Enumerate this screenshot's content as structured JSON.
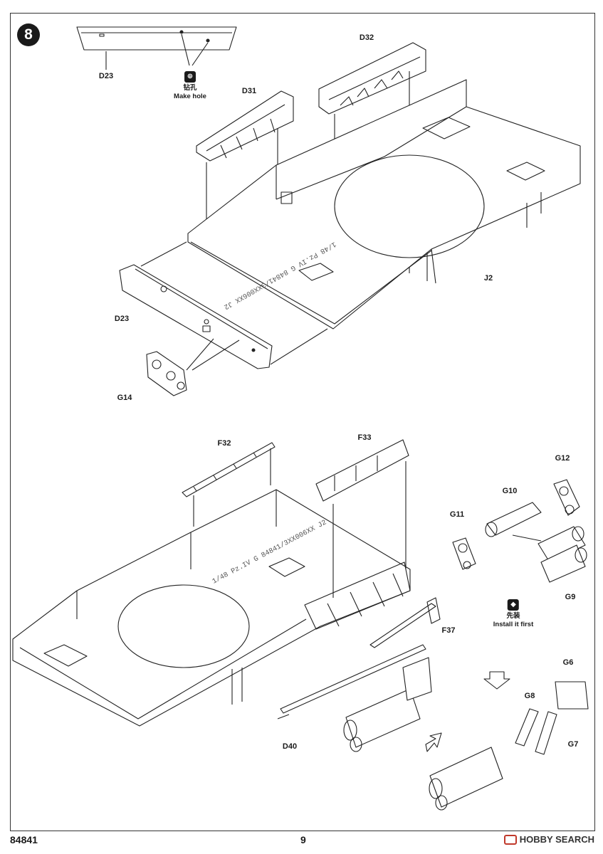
{
  "page": {
    "step_number": "8",
    "product_code": "84841",
    "page_number": "9",
    "watermark": "HOBBY SEARCH"
  },
  "notes": {
    "make_hole": {
      "icon": "drill-icon",
      "cn": "钻孔",
      "en": "Make hole"
    },
    "install_first": {
      "icon": "install-first-icon",
      "cn": "先装",
      "en": "Install it first"
    }
  },
  "labels": {
    "D23_top": "D23",
    "D31": "D31",
    "D32": "D32",
    "J2": "J2",
    "D23_side": "D23",
    "G14": "G14",
    "F32": "F32",
    "F33": "F33",
    "G12": "G12",
    "G10": "G10",
    "G11": "G11",
    "G9": "G9",
    "F37": "F37",
    "G6": "G6",
    "G8": "G8",
    "G7": "G7",
    "D40": "D40"
  },
  "hull_marking": "1/48 Pz.IV G  84841/3XX006XX J2"
}
